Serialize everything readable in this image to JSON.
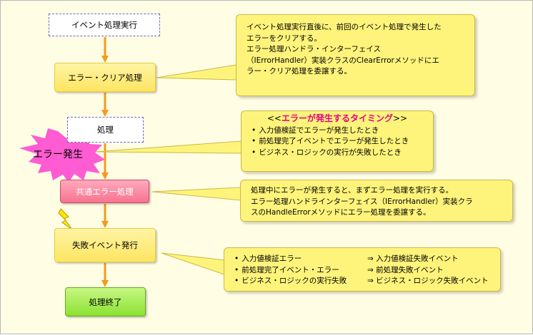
{
  "flow": {
    "start": "イベント処理実行",
    "clear": "エラー・クリア処理",
    "process": "処理",
    "error_burst": "エラー発生",
    "common_error": "共通エラー処理",
    "fail_event": "失敗イベント発行",
    "end": "処理終了"
  },
  "notes": {
    "clear_note": [
      "イベント処理実行直後に、前回のイベント処理で発生した",
      "エラーをクリアする。",
      "エラー処理ハンドラ・インターフェイス",
      "（IErrorHandler）実装クラスのClearErrorメソッドにエ",
      "ラー・クリア処理を委譲する。"
    ],
    "timing": {
      "prefix": "<<",
      "highlight": "エラーが発生するタイミング",
      "suffix": ">>",
      "items": [
        "入力値検証でエラーが発生したとき",
        "前処理完了イベントでエラーが発生したとき",
        "ビジネス・ロジックの実行が失敗したとき"
      ]
    },
    "handle_note": [
      "処理中にエラーが発生すると、まずエラー処理を実行する。",
      "エラー処理ハンドラインターフェイス（IErrorHandler）実装クラ",
      "スのHandleErrorメソッドにエラー処理を委譲する。"
    ],
    "mapping": [
      {
        "from": "入力値検証エラー",
        "to": "⇒ 入力値検証失敗イベント"
      },
      {
        "from": "前処理完了イベント・エラー",
        "to": "⇒ 前処理失敗イベント"
      },
      {
        "from": "ビジネス・ロジックの実行失敗",
        "to": "⇒ ビジネス・ロジック失敗イベント"
      }
    ]
  },
  "colors": {
    "background": "#fffde3",
    "arrow": "#f39a1e",
    "note_fill": "#fff47b",
    "error_node": "#f6748f",
    "end_node": "#8be132",
    "start_node": "#ffffff",
    "burst": "#ff5bd2",
    "lightning": "#ffe600"
  },
  "icons": {
    "burst": "explosion-burst-icon",
    "lightning": "lightning-icon"
  }
}
